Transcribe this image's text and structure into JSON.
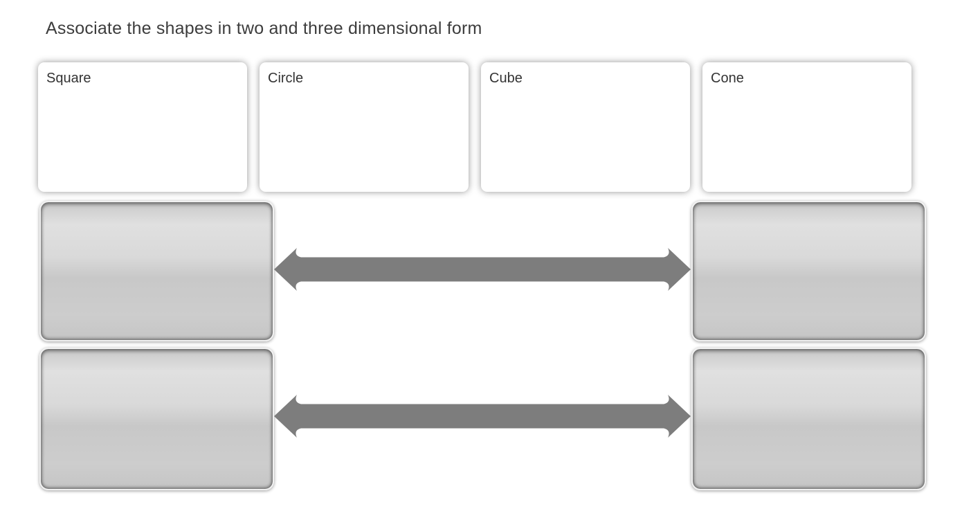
{
  "title": "Associate the shapes in two and three dimensional form",
  "cards": [
    {
      "label": "Square"
    },
    {
      "label": "Circle"
    },
    {
      "label": "Cube"
    },
    {
      "label": "Cone"
    }
  ],
  "match_rows": [
    {
      "left_value": "",
      "right_value": "",
      "connector": "double-arrow-icon"
    },
    {
      "left_value": "",
      "right_value": "",
      "connector": "double-arrow-icon"
    }
  ],
  "icons": [
    {
      "name": "double-arrow-icon",
      "shape": "left-right thick arrow with concave barbed heads"
    }
  ],
  "colors": {
    "page_bg": "#ffffff",
    "title_text": "#3d3d3d",
    "card_bg": "#ffffff",
    "card_text": "#333333",
    "arrow": "#7d7d7d",
    "zone_light": "#e0e0e0",
    "zone_dark": "#c8c8c8",
    "zone_border": "#f1f1f1"
  }
}
